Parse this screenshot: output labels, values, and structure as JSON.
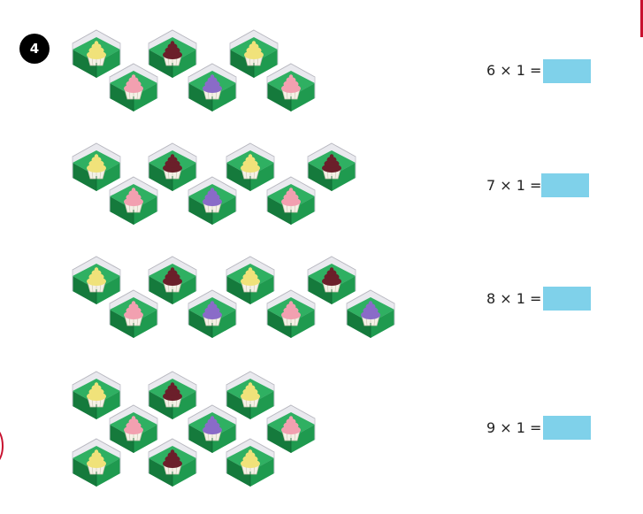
{
  "question": {
    "number": "4"
  },
  "rows": [
    {
      "id": "six",
      "equation": "6 × 1 =",
      "answer": "",
      "flavors": [
        "vanilla",
        "chocolate",
        "vanilla",
        "strawberry",
        "blueberry",
        "strawberry"
      ]
    },
    {
      "id": "seven",
      "equation": "7 × 1 =",
      "answer": "",
      "flavors": [
        "vanilla",
        "chocolate",
        "vanilla",
        "chocolate",
        "strawberry",
        "blueberry",
        "strawberry"
      ]
    },
    {
      "id": "eight",
      "equation": "8 × 1 =",
      "answer": "",
      "flavors": [
        "vanilla",
        "chocolate",
        "vanilla",
        "chocolate",
        "strawberry",
        "blueberry",
        "strawberry",
        "blueberry"
      ]
    },
    {
      "id": "nine",
      "equation": "9 × 1 =",
      "answer": "",
      "flavors": [
        "vanilla",
        "chocolate",
        "vanilla",
        "strawberry",
        "blueberry",
        "strawberry",
        "vanilla",
        "chocolate",
        "vanilla"
      ]
    }
  ],
  "colors": {
    "vanilla": "#f0e27a",
    "chocolate": "#6b1f2a",
    "strawberry": "#f2a0b0",
    "blueberry": "#8a6bc8",
    "box_green": "#1f9a4f",
    "box_green_dark": "#157a3c",
    "answer_box": "#7fd1ea"
  }
}
